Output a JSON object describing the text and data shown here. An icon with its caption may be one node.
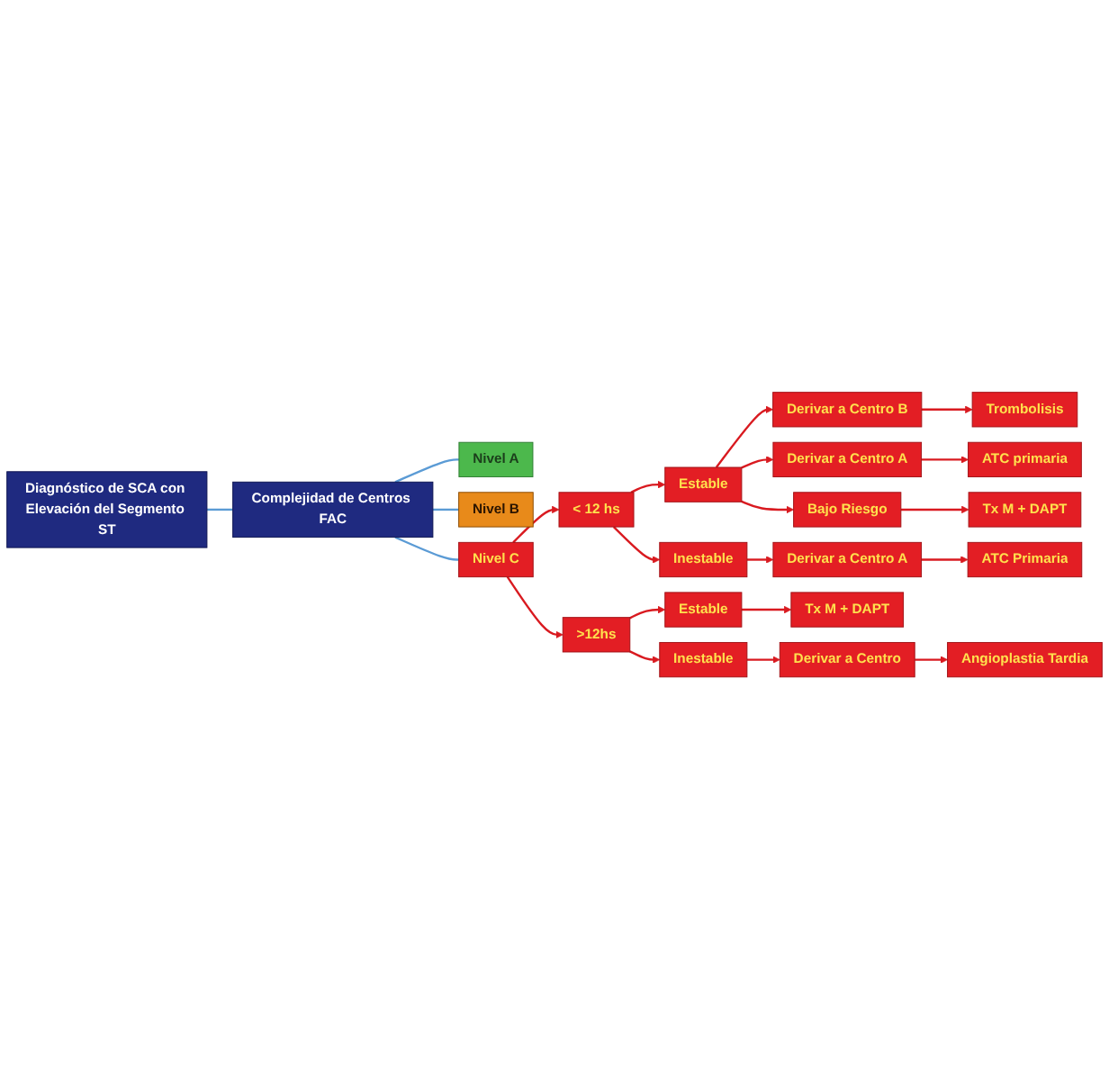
{
  "diagram": {
    "nodes": [
      {
        "text": [
          "Diagnóstico de SCA con Elevación del Segmento ST"
        ]
      },
      {
        "text": [
          "Complejidad de Centros FAC"
        ]
      },
      {
        "text": [
          "Nivel A"
        ]
      },
      {
        "text": [
          "Nivel B"
        ]
      },
      {
        "text": [
          "Nivel C"
        ]
      },
      {
        "text": [
          "< 12 hs"
        ]
      },
      {
        "text": [
          "Estable"
        ]
      },
      {
        "text": [
          "Derivar a Centro B"
        ]
      },
      {
        "text": [
          "Trombolisis"
        ]
      },
      {
        "text": [
          "Derivar a Centro A"
        ]
      },
      {
        "text": [
          "ATC primaria"
        ]
      },
      {
        "text": [
          "Bajo Riesgo"
        ]
      },
      {
        "text": [
          "Tx M + DAPT"
        ]
      },
      {
        "text": [
          "Inestable"
        ]
      },
      {
        "text": [
          "Derivar a Centro A"
        ]
      },
      {
        "text": [
          "ATC Primaria"
        ]
      },
      {
        "text": [
          ">12hs"
        ]
      },
      {
        "text": [
          "Estable"
        ]
      },
      {
        "text": [
          "Tx M + DAPT"
        ]
      },
      {
        "text": [
          "Inestable"
        ]
      },
      {
        "text": [
          "Derivar a Centro"
        ]
      },
      {
        "text": [
          "Angioplastia Tardia"
        ]
      }
    ],
    "edges": [
      {
        "from": 0,
        "to": 1,
        "arrow": "none",
        "color": "#5b9bd5"
      },
      {
        "from": 1,
        "to": 2,
        "arrow": "none",
        "color": "#5b9bd5"
      },
      {
        "from": 1,
        "to": 3,
        "arrow": "none",
        "color": "#5b9bd5"
      },
      {
        "from": 1,
        "to": 4,
        "arrow": "none",
        "color": "#5b9bd5"
      },
      {
        "from": 4,
        "to": 5,
        "arrow": "to"
      },
      {
        "from": 4,
        "to": 16,
        "arrow": "to"
      },
      {
        "from": 5,
        "to": 6,
        "arrow": "to"
      },
      {
        "from": 5,
        "to": 13,
        "arrow": "to"
      },
      {
        "from": 6,
        "to": 7,
        "arrow": "to"
      },
      {
        "from": 6,
        "to": 9,
        "arrow": "to"
      },
      {
        "from": 6,
        "to": 11,
        "arrow": "to"
      },
      {
        "from": 7,
        "to": 8,
        "arrow": "to"
      },
      {
        "from": 9,
        "to": 10,
        "arrow": "to"
      },
      {
        "from": 11,
        "to": 12,
        "arrow": "to"
      },
      {
        "from": 13,
        "to": 14,
        "arrow": "to"
      },
      {
        "from": 14,
        "to": 15,
        "arrow": "to"
      },
      {
        "from": 16,
        "to": 17,
        "arrow": "to"
      },
      {
        "from": 16,
        "to": 19,
        "arrow": "to"
      },
      {
        "from": 17,
        "to": 18,
        "arrow": "to"
      },
      {
        "from": 19,
        "to": 20,
        "arrow": "to"
      },
      {
        "from": 20,
        "to": 21,
        "arrow": "to"
      }
    ]
  }
}
